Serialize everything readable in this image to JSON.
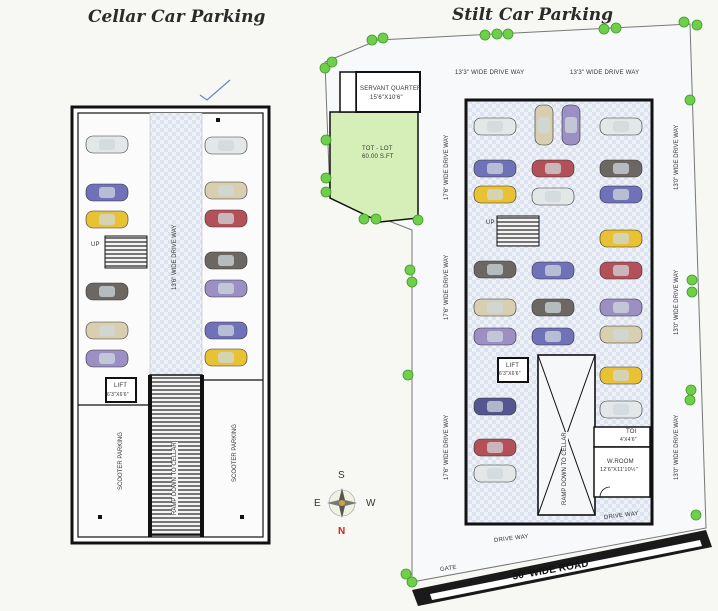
{
  "titles": {
    "cellar": "Cellar Car Parking",
    "stilt": "Stilt Car Parking"
  },
  "cellar": {
    "drive_way": "13'6\" WIDE DRIVE WAY",
    "up": "UP",
    "lift_label": "LIFT",
    "lift_size": "6'3\"X6'6\"",
    "scooter_left": "SCOOTER PARKING",
    "scooter_right": "SCOOTER PARKING",
    "ramp": "RAMP DOWN TO CELLAR"
  },
  "stilt": {
    "servant_quarter": "SERVANT QUARTER",
    "servant_size": "15'6\"X10'6\"",
    "small_room": "",
    "tot_lot": "TOT - LOT",
    "tot_lot_area": "60.00 S.FT",
    "drive_top_left": "13'3\" WIDE DRIVE WAY",
    "drive_top_right": "13'3\" WIDE DRIVE WAY",
    "drive_left_1": "17'6\" WIDE DRIVE WAY",
    "drive_left_2": "17'6\" WIDE DRIVE WAY",
    "drive_left_3": "17'6\" WIDE DRIVE WAY",
    "drive_right_1": "13'0\" WIDE DRIVE WAY",
    "drive_right_2": "13'0\" WIDE DRIVE WAY",
    "drive_right_3": "13'0\" WIDE DRIVE WAY",
    "up": "UP",
    "lift_label": "LIFT",
    "lift_size": "6'3\"X6'6\"",
    "ramp": "RAMP DOWN TO CELLAR",
    "toi_label": "TOI",
    "toi_size": "4'X4'6\"",
    "w_room": "W.ROOM",
    "w_room_size": "12'6\"X11'10½\"",
    "drive_way_bottom_left": "DRIVE WAY",
    "drive_way_bottom_right": "DRIVE WAY",
    "gate": "GATE",
    "road": "30' WIDE ROAD"
  },
  "compass": {
    "s": "S",
    "e": "E",
    "w": "W",
    "n": "N"
  },
  "colors": {
    "wall": "#111111",
    "tot_lot": "#d6efb8",
    "grass": "#6fcf4a",
    "compass_n": "#d22222",
    "car_white": "#e4e7e8",
    "car_blue": "#6f72b8",
    "car_yellow": "#e8c233",
    "car_red": "#b35058",
    "car_grey": "#6d6763",
    "car_beige": "#d8ceb0",
    "car_lavender": "#9b8fc4",
    "car_navy": "#53568f"
  }
}
